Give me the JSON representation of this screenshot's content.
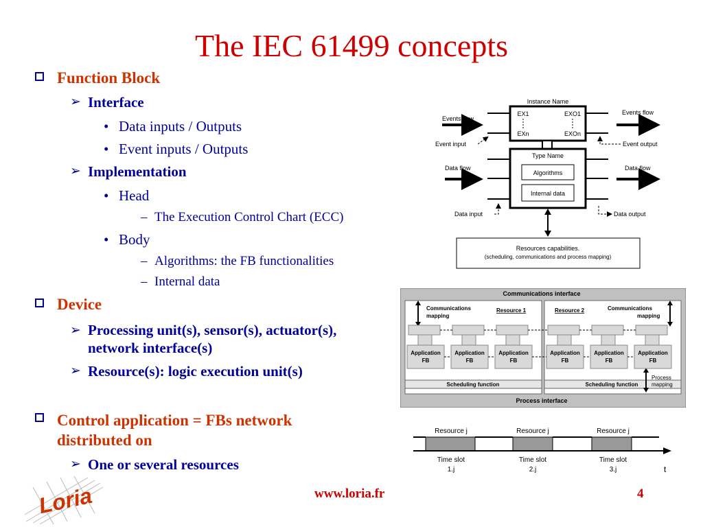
{
  "title": "The IEC 61499 concepts",
  "bullets": {
    "function_block": "Function Block",
    "interface": "Interface",
    "data_io": "Data inputs / Outputs",
    "event_io": "Event inputs / Outputs",
    "implementation": "Implementation",
    "head": "Head",
    "ecc": "The Execution Control Chart (ECC)",
    "body": "Body",
    "algorithms": "Algorithms: the FB functionalities",
    "internal_data": "Internal data",
    "device": "Device",
    "processing_line1": "Processing unit(s), sensor(s), actuator(s),",
    "processing_line2": "network interface(s)",
    "resources": "Resource(s): logic execution unit(s)",
    "control_line1": "Control application = FBs network",
    "control_line2": "distributed on",
    "one_or_several": "One or several resources"
  },
  "fb_diagram": {
    "instance_name": "Instance Name",
    "ex1": "EX1",
    "exo1": "EXO1",
    "exn": "EXn",
    "exon": "EXOn",
    "type_name": "Type Name",
    "algorithms": "Algorithms",
    "internal_data": "Internal data",
    "events_flow_left": "Events flow",
    "events_flow_right": "Events flow",
    "event_input": "Event input",
    "event_output": "Event output",
    "data_flow_left": "Data flow",
    "data_flow_right": "Data flow",
    "data_input": "Data input",
    "data_output": "Data output",
    "resources_line1": "Resources capabilities.",
    "resources_line2": "(scheduling, communications and process mapping)"
  },
  "device_diagram": {
    "comm_interface": "Communications interface",
    "comm_mapping_left_1": "Communications",
    "comm_mapping_left_2": "mapping",
    "resource1": "Resource 1",
    "resource2": "Resource 2",
    "comm_mapping_right_1": "Communications",
    "comm_mapping_right_2": "mapping",
    "app_fb_1": "Application",
    "app_fb_2": "FB",
    "scheduling": "Scheduling function",
    "process_mapping_1": "Process",
    "process_mapping_2": "mapping",
    "process_interface": "Process interface"
  },
  "timeline": {
    "resource_j": "Resource j",
    "time_slot": "Time slot",
    "slot_1": "1.j",
    "slot_2": "2.j",
    "slot_3": "3.j",
    "t": "t"
  },
  "logo_text": "Loria",
  "footer_url": "www.loria.fr",
  "page_number": "4"
}
